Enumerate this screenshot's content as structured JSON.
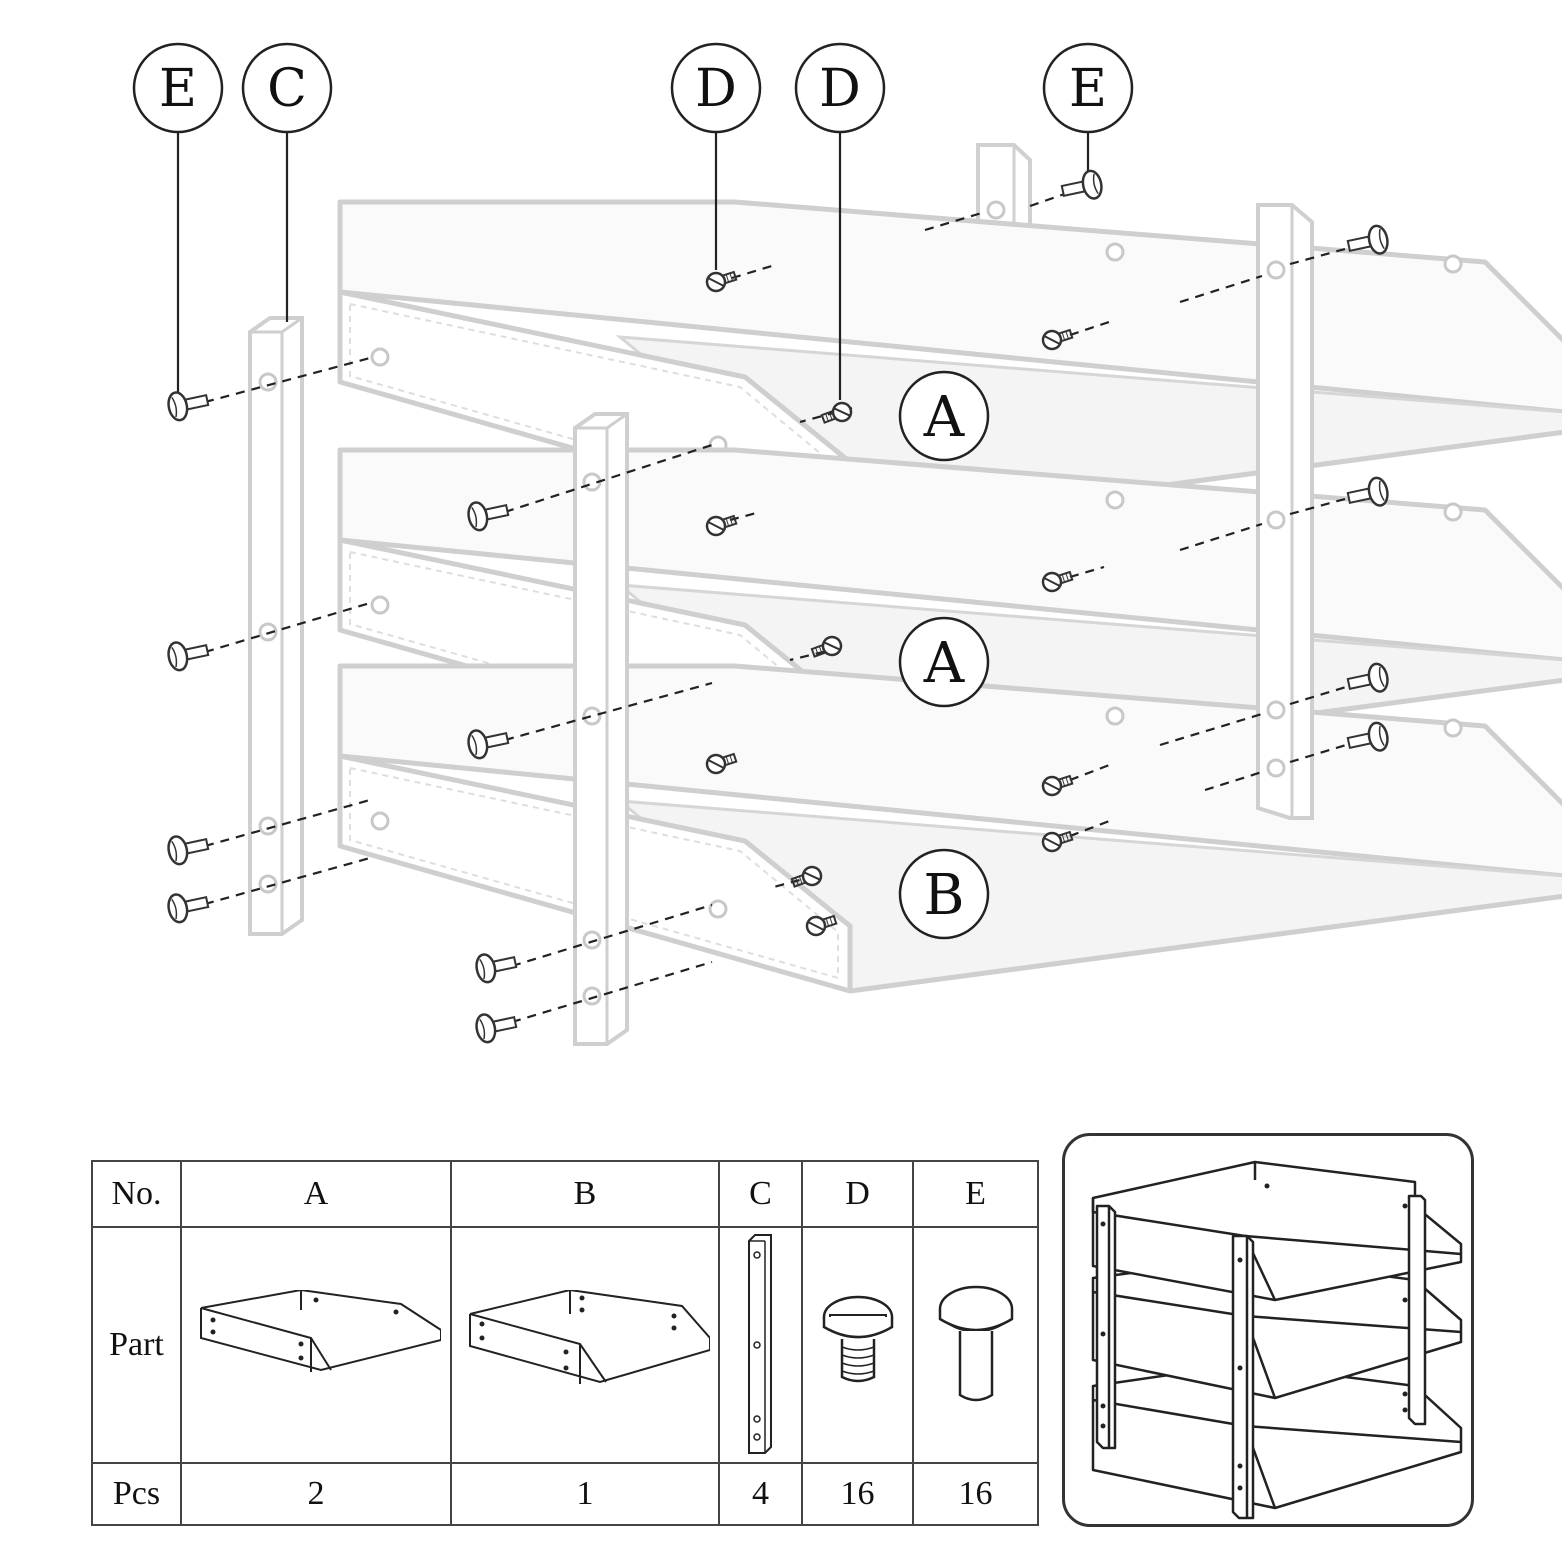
{
  "callouts": {
    "e_left": "E",
    "c_left": "C",
    "d_first": "D",
    "d_second": "D",
    "e_right": "E"
  },
  "tier_labels": {
    "top": "A",
    "middle": "A",
    "bottom": "B"
  },
  "parts_table": {
    "row_headers": {
      "no": "No.",
      "part": "Part",
      "pcs": "Pcs"
    },
    "columns": [
      {
        "id": "A",
        "pcs": "2"
      },
      {
        "id": "B",
        "pcs": "1"
      },
      {
        "id": "C",
        "pcs": "4"
      },
      {
        "id": "D",
        "pcs": "16"
      },
      {
        "id": "E",
        "pcs": "16"
      }
    ]
  }
}
